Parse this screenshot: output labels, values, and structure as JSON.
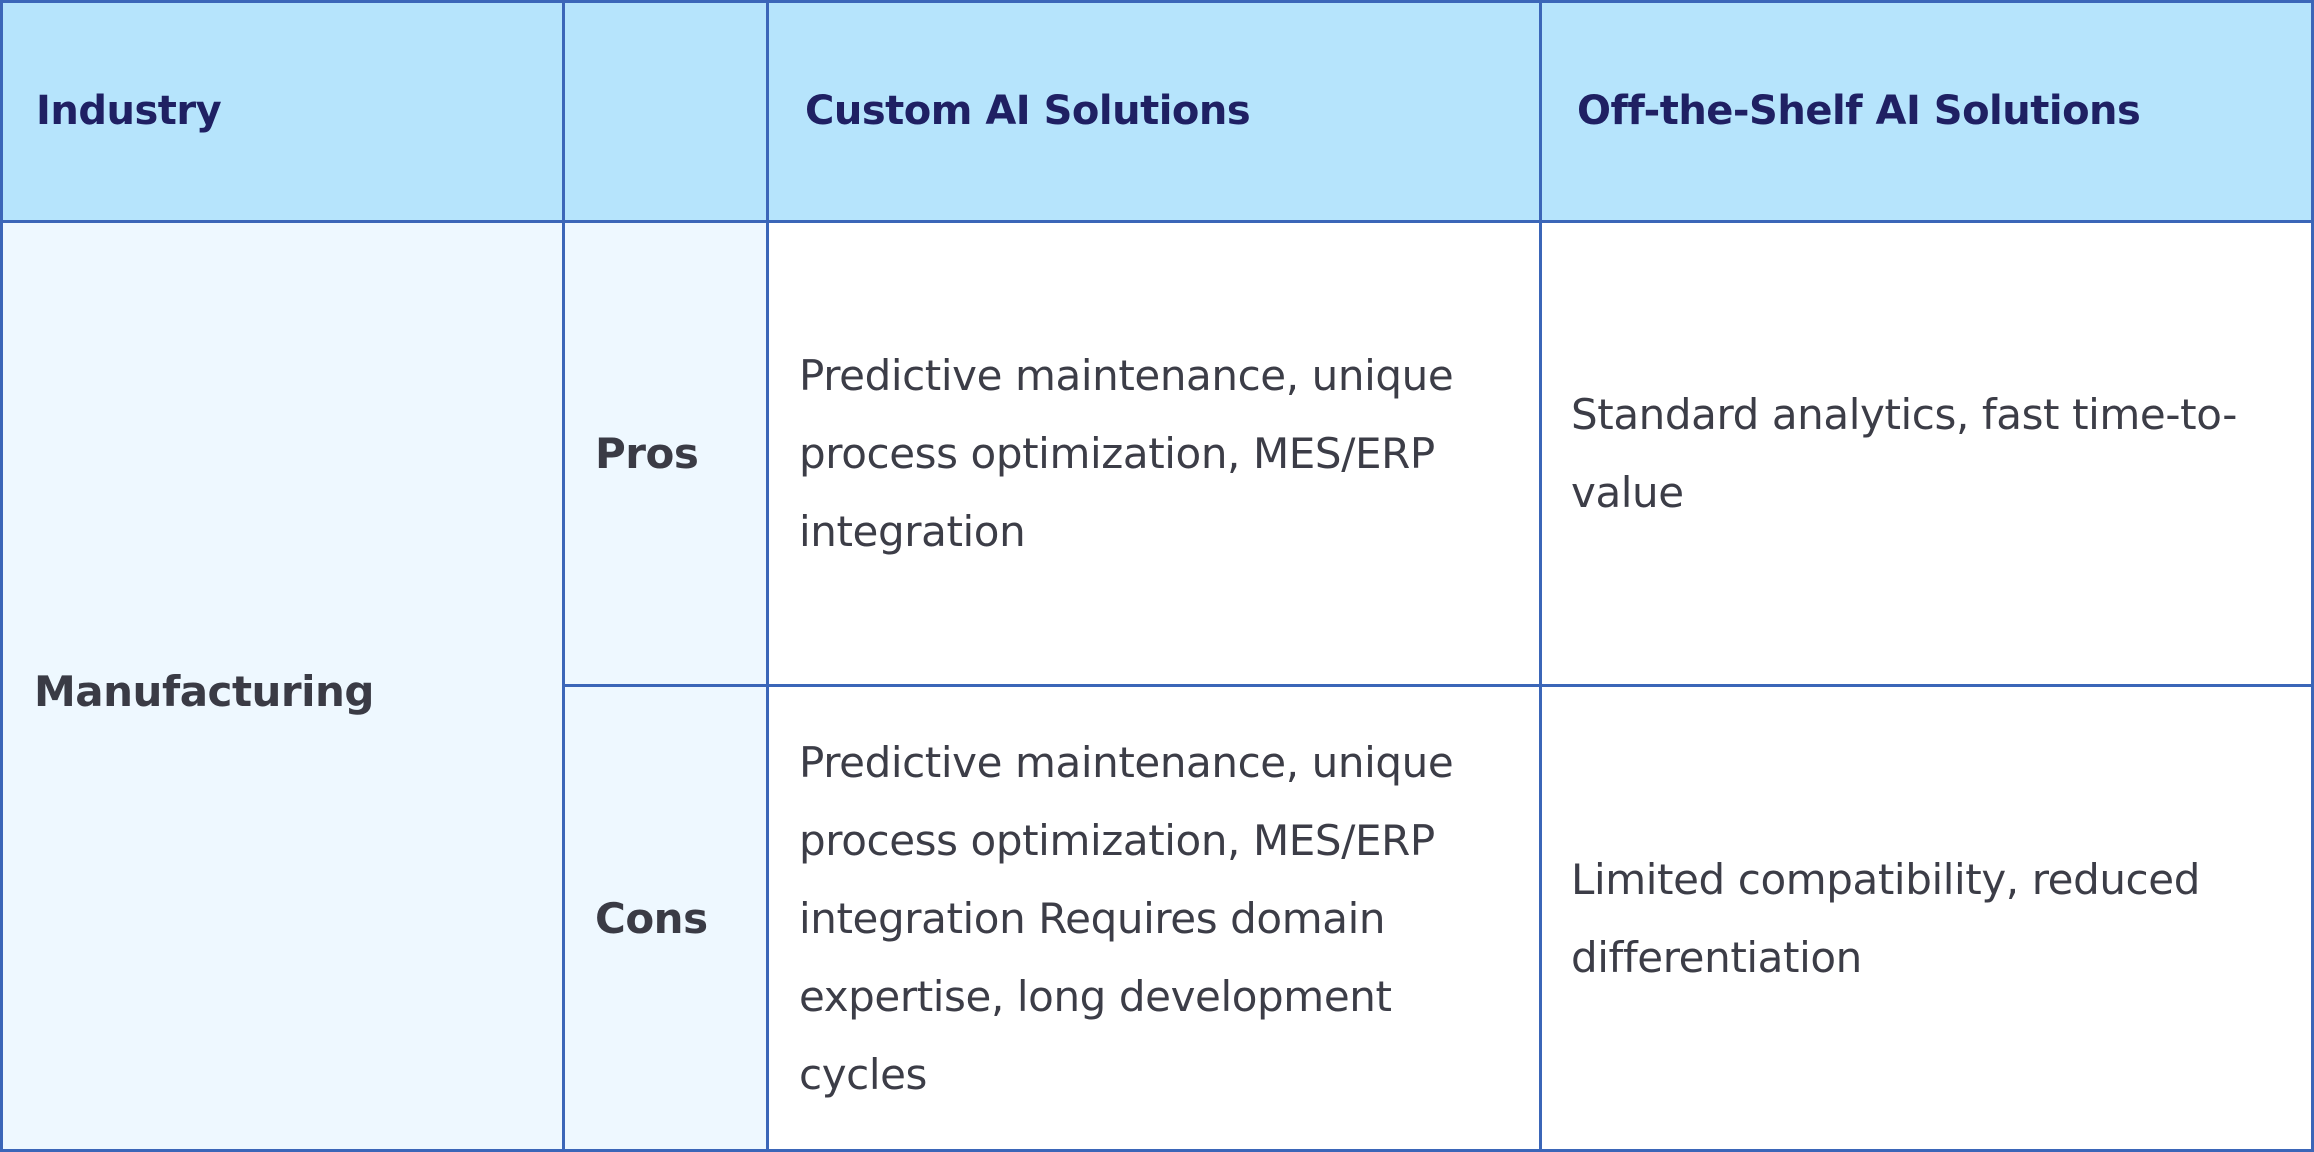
{
  "table": {
    "headers": {
      "industry": "Industry",
      "aspect": "",
      "custom": "Custom AI Solutions",
      "off_shelf": "Off-the-Shelf AI Solutions"
    },
    "rows": [
      {
        "industry": "Manufacturing",
        "aspects": [
          {
            "label": "Pros",
            "custom": "Predictive maintenance, unique process optimization, MES/ERP integration",
            "off_shelf": "Standard analytics, fast time-to-value"
          },
          {
            "label": "Cons",
            "custom": "Predictive maintenance, unique process optimization, MES/ERP integration Requires domain expertise, long development cycles",
            "off_shelf": "Limited compatibility, reduced differentiation"
          }
        ]
      }
    ],
    "colors": {
      "header_bg": "#b6e4fc",
      "header_text": "#1f2063",
      "side_bg": "#eef8ff",
      "border": "#3b66b8"
    }
  }
}
